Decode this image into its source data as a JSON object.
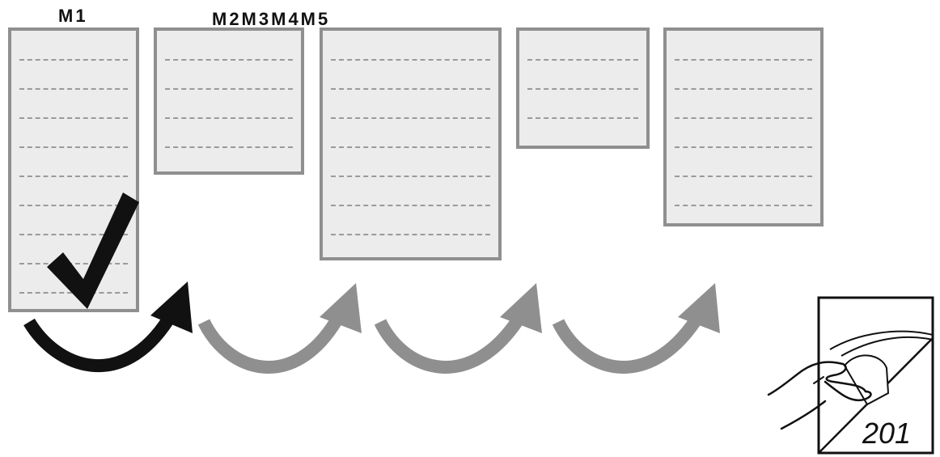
{
  "labels": {
    "m1": "M1",
    "m2_m5": "M2M3M4M5"
  },
  "pages": [
    {
      "id": "M1",
      "selected": true
    },
    {
      "id": "M2",
      "selected": false
    },
    {
      "id": "M3",
      "selected": false
    },
    {
      "id": "M4",
      "selected": false
    },
    {
      "id": "M5",
      "selected": false
    }
  ],
  "page_icon": {
    "number": "201",
    "icon": "hand-turning-page-icon"
  },
  "colors": {
    "page_fill": "#ececec",
    "page_border": "#8f8f8f",
    "active_arrow": "#111111",
    "inactive_arrow": "#8f8f8f",
    "checkmark": "#111111"
  },
  "icons": {
    "checkmark": "checkmark-icon",
    "arrow": "curved-arrow-icon"
  }
}
